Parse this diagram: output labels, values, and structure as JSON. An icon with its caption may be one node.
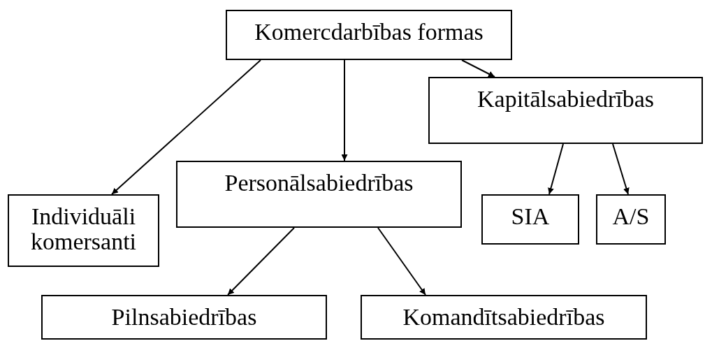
{
  "diagram": {
    "nodes": [
      {
        "text": [
          "Komercdarbības formas"
        ]
      },
      {
        "text": [
          "Kapitālsabiedrības"
        ]
      },
      {
        "text": [
          "Personālsabiedrības"
        ]
      },
      {
        "text": [
          "Individuāli komersanti"
        ]
      },
      {
        "text": [
          "SIA"
        ]
      },
      {
        "text": [
          "A/S"
        ]
      },
      {
        "text": [
          "Pilnsabiedrības"
        ]
      },
      {
        "text": [
          "Komandītsabiedrības"
        ]
      }
    ],
    "edges": [
      {
        "from": 0,
        "to": 3,
        "arrow": "to"
      },
      {
        "from": 0,
        "to": 2,
        "arrow": "to"
      },
      {
        "from": 0,
        "to": 1,
        "arrow": "to"
      },
      {
        "from": 1,
        "to": 4,
        "arrow": "to"
      },
      {
        "from": 1,
        "to": 5,
        "arrow": "to"
      },
      {
        "from": 2,
        "to": 6,
        "arrow": "to"
      },
      {
        "from": 2,
        "to": 7,
        "arrow": "to"
      }
    ]
  }
}
